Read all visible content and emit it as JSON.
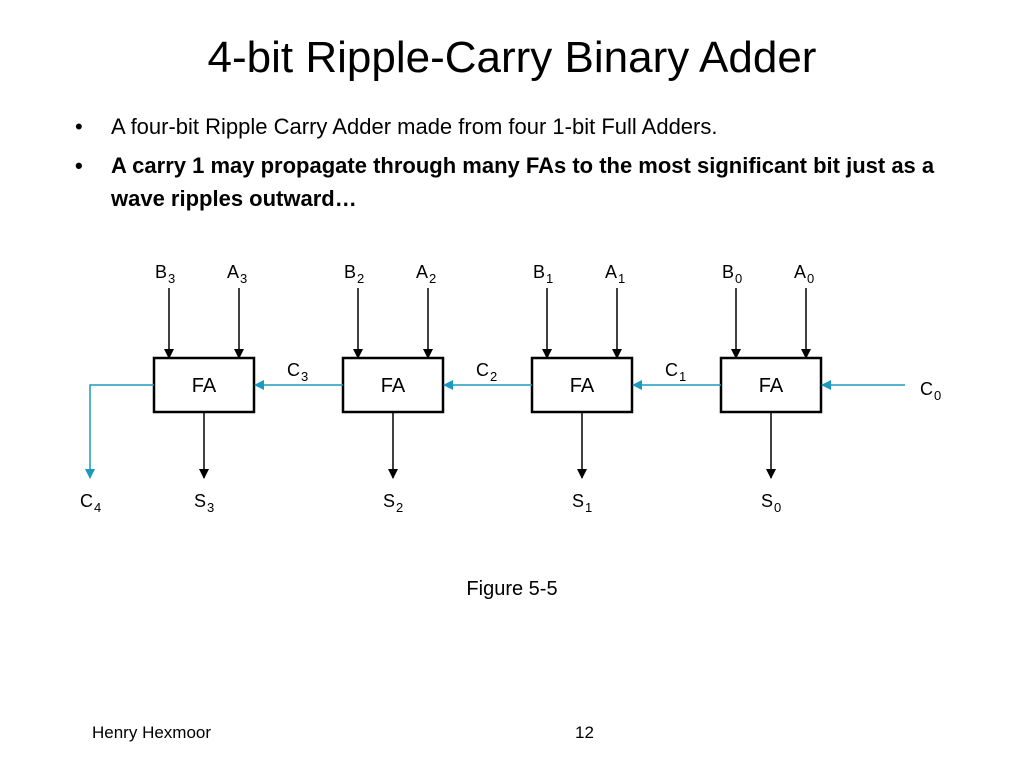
{
  "slide": {
    "title": "4-bit Ripple-Carry Binary Adder",
    "bullets": [
      {
        "text": "A four-bit Ripple Carry Adder made from four 1-bit Full Adders.",
        "bold": false
      },
      {
        "text": "A carry 1 may propagate through many FAs to the most significant bit just as a wave ripples outward…",
        "bold": true
      }
    ],
    "bullet_marker": "•",
    "caption": "Figure 5-5",
    "footer_author": "Henry Hexmoor",
    "page_number": "12"
  },
  "diagram": {
    "adders": [
      {
        "label": "FA",
        "b": {
          "base": "B",
          "sub": "3"
        },
        "a": {
          "base": "A",
          "sub": "3"
        },
        "s": {
          "base": "S",
          "sub": "3"
        }
      },
      {
        "label": "FA",
        "b": {
          "base": "B",
          "sub": "2"
        },
        "a": {
          "base": "A",
          "sub": "2"
        },
        "s": {
          "base": "S",
          "sub": "2"
        }
      },
      {
        "label": "FA",
        "b": {
          "base": "B",
          "sub": "1"
        },
        "a": {
          "base": "A",
          "sub": "1"
        },
        "s": {
          "base": "S",
          "sub": "1"
        }
      },
      {
        "label": "FA",
        "b": {
          "base": "B",
          "sub": "0"
        },
        "a": {
          "base": "A",
          "sub": "0"
        },
        "s": {
          "base": "S",
          "sub": "0"
        }
      }
    ],
    "carries": [
      {
        "base": "C",
        "sub": "3"
      },
      {
        "base": "C",
        "sub": "2"
      },
      {
        "base": "C",
        "sub": "1"
      }
    ],
    "carry_in": {
      "base": "C",
      "sub": "0"
    },
    "carry_out": {
      "base": "C",
      "sub": "4"
    },
    "colors": {
      "carry_line": "#1a9ac0",
      "stroke": "#000000"
    }
  }
}
